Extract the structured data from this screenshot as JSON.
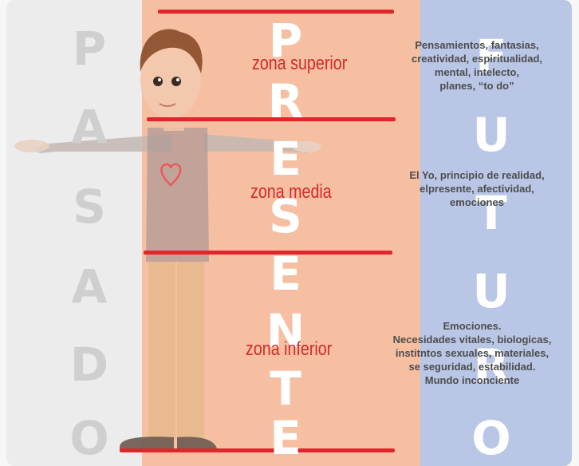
{
  "columns": {
    "pasado": {
      "letters": [
        "P",
        "A",
        "S",
        "A",
        "D",
        "O"
      ],
      "color": "#ececec"
    },
    "presente": {
      "letters": [
        "P",
        "R",
        "E",
        "S",
        "E",
        "N",
        "T",
        "E"
      ],
      "color": "#f6bfa2"
    },
    "futuro": {
      "letters": [
        "F",
        "U",
        "T",
        "U",
        "R",
        "O"
      ],
      "color": "#b9c6e6"
    }
  },
  "zones": {
    "upper": {
      "label": "zona superior",
      "description": "Pensamientos, fantasias,\ncreatividad, espiritualidad,\nmental, intelecto,\nplanes, “to do”"
    },
    "middle": {
      "label": "zona media",
      "description": "El Yo, principio de realidad,\nelpresente, afectividad,\nemociones"
    },
    "lower": {
      "label": "zona inferior",
      "description": "Emociones.\nNecesidades vitales, biologicas,\ninstitntos sexuales, materiales,\nse seguridad, estabilidad.\nMundo inconciente"
    }
  },
  "colors": {
    "divider": "#e0262a",
    "zone_label": "#d42a2a",
    "description_text": "#4d4d4d"
  }
}
